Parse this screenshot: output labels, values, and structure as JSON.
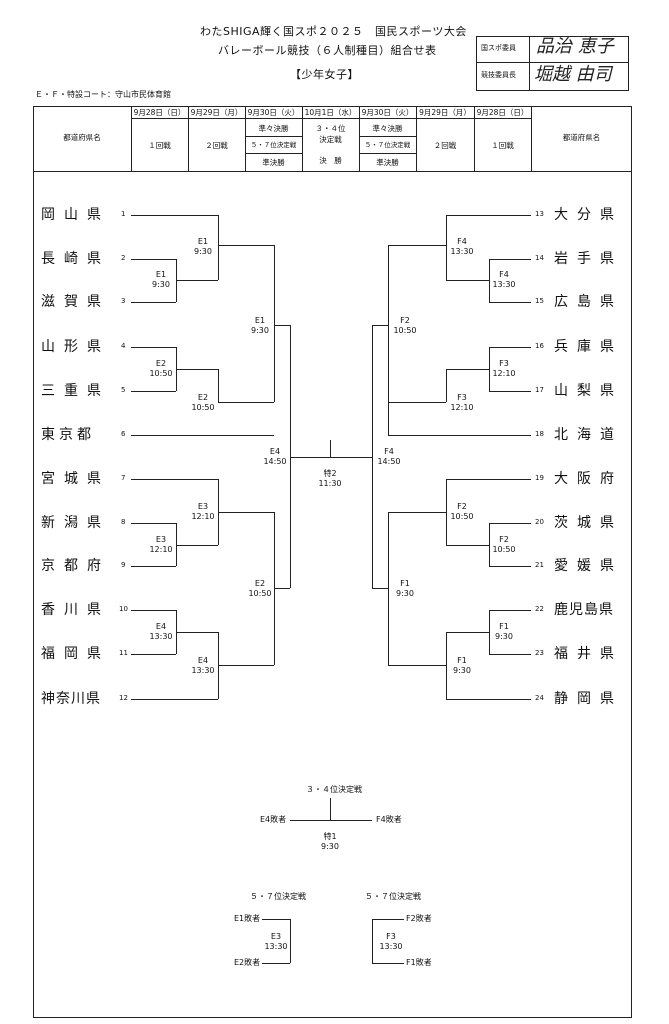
{
  "header": {
    "title1": "わたSHIGA輝く国スポ２０２５　国民スポーツ大会",
    "title2": "バレーボール競技（６人制種目）組合せ表",
    "category": "【少年女子】",
    "venue": "Ｅ・Ｆ・特設コート：守山市民体育館",
    "officials": [
      {
        "role": "国スポ委員",
        "signature": "品治 恵子"
      },
      {
        "role": "競技委員長",
        "signature": "堀越 由司"
      }
    ]
  },
  "columns": {
    "pref_label": "都道府県名",
    "dates": [
      "9月28日（日）",
      "9月29日（月）",
      "9月30日（火）",
      "10月1日（水）",
      "9月30日（火）",
      "9月29日（月）",
      "9月28日（日）"
    ],
    "round1": "１回戦",
    "round2": "２回戦",
    "qf_a": "準々決勝",
    "qf_b": "５・７位決定戦",
    "sf": "準決勝",
    "third_a": "３・４位",
    "third_b": "決定戦",
    "final": "決　勝"
  },
  "left_teams": [
    {
      "num": "1",
      "name": "岡山県"
    },
    {
      "num": "2",
      "name": "長崎県"
    },
    {
      "num": "3",
      "name": "滋賀県"
    },
    {
      "num": "4",
      "name": "山形県"
    },
    {
      "num": "5",
      "name": "三重県"
    },
    {
      "num": "6",
      "name": "東京都"
    },
    {
      "num": "7",
      "name": "宮城県"
    },
    {
      "num": "8",
      "name": "新潟県"
    },
    {
      "num": "9",
      "name": "京都府"
    },
    {
      "num": "10",
      "name": "香川県"
    },
    {
      "num": "11",
      "name": "福岡県"
    },
    {
      "num": "12",
      "name": "神奈川県"
    }
  ],
  "right_teams": [
    {
      "num": "13",
      "name": "大分県"
    },
    {
      "num": "14",
      "name": "岩手県"
    },
    {
      "num": "15",
      "name": "広島県"
    },
    {
      "num": "16",
      "name": "兵庫県"
    },
    {
      "num": "17",
      "name": "山梨県"
    },
    {
      "num": "18",
      "name": "北海道"
    },
    {
      "num": "19",
      "name": "大阪府"
    },
    {
      "num": "20",
      "name": "茨城県"
    },
    {
      "num": "21",
      "name": "愛媛県"
    },
    {
      "num": "22",
      "name": "鹿児島県"
    },
    {
      "num": "23",
      "name": "福井県"
    },
    {
      "num": "24",
      "name": "静岡県"
    }
  ],
  "matches": {
    "l_r1_a": {
      "court": "E1",
      "time": "9:30"
    },
    "l_r1_b": {
      "court": "E2",
      "time": "10:50"
    },
    "l_r1_c": {
      "court": "E3",
      "time": "12:10"
    },
    "l_r1_d": {
      "court": "E4",
      "time": "13:30"
    },
    "l_r2_a": {
      "court": "E1",
      "time": "9:30"
    },
    "l_r2_b": {
      "court": "E2",
      "time": "10:50"
    },
    "l_r2_c": {
      "court": "E3",
      "time": "12:10"
    },
    "l_r2_d": {
      "court": "E4",
      "time": "13:30"
    },
    "l_qf_a": {
      "court": "E1",
      "time": "9:30"
    },
    "l_qf_b": {
      "court": "E2",
      "time": "10:50"
    },
    "l_sf": {
      "court": "E4",
      "time": "14:50"
    },
    "final": {
      "court": "特2",
      "time": "11:30"
    },
    "r_sf": {
      "court": "F4",
      "time": "14:50"
    },
    "r_qf_a": {
      "court": "F2",
      "time": "10:50"
    },
    "r_qf_b": {
      "court": "F1",
      "time": "9:30"
    },
    "r_r2_a": {
      "court": "F4",
      "time": "13:30"
    },
    "r_r2_b": {
      "court": "F3",
      "time": "12:10"
    },
    "r_r2_c": {
      "court": "F2",
      "time": "10:50"
    },
    "r_r2_d": {
      "court": "F1",
      "time": "9:30"
    },
    "r_r1_a": {
      "court": "F4",
      "time": "13:30"
    },
    "r_r1_b": {
      "court": "F3",
      "time": "12:10"
    },
    "r_r1_c": {
      "court": "F2",
      "time": "10:50"
    },
    "r_r1_d": {
      "court": "F1",
      "time": "9:30"
    }
  },
  "third_place": {
    "title": "３・４位決定戦",
    "left": "E4敗者",
    "right": "F4敗者",
    "court": "特1",
    "time": "9:30"
  },
  "fifth_place": {
    "left_title": "５・７位決定戦",
    "right_title": "５・７位決定戦",
    "left_top": "E1敗者",
    "left_bottom": "E2敗者",
    "left_court": "E3",
    "left_time": "13:30",
    "right_top": "F2敗者",
    "right_bottom": "F1敗者",
    "right_court": "F3",
    "right_time": "13:30"
  }
}
